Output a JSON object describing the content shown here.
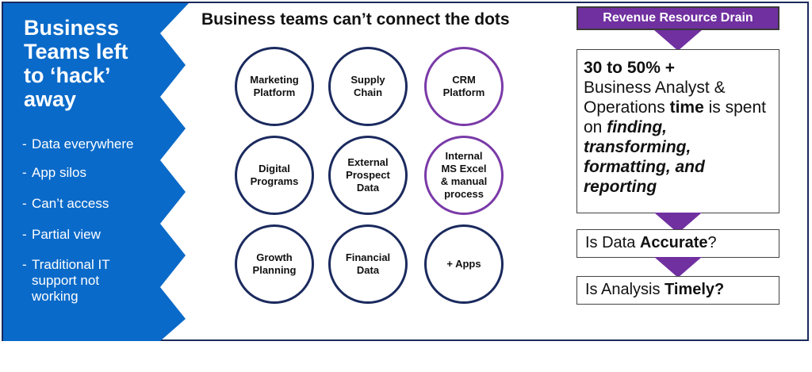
{
  "left_panel": {
    "title_lines": [
      "Business",
      "Teams left",
      "to ‘hack’",
      "away"
    ],
    "items": [
      "Data everywhere",
      "App silos",
      "Can’t access",
      "Partial view",
      "Traditional IT support not working"
    ],
    "bullet": "-",
    "color": "#0a6ac9"
  },
  "middle": {
    "title": "Business teams can’t connect the dots",
    "circles": [
      "Marketing\nPlatform",
      "Supply\nChain",
      "CRM\nPlatform",
      "Digital\nPrograms",
      "External\nProspect\nData",
      "Internal\nMS Excel\n& manual\nprocess",
      "Growth\nPlanning",
      "Financial\nData",
      "+ Apps"
    ],
    "circle_colors": {
      "navy": "#1b2a5e",
      "purple": "#7a3aa8"
    }
  },
  "right": {
    "banner": "Revenue Resource Drain",
    "banner_color": "#7030a0",
    "main_bold": "30 to 50% +",
    "main_plain_1": "Business Analyst & Operations",
    "main_bold_2": "time",
    "main_plain_2": "is spent on",
    "main_italic": "finding, transforming, formatting, and reporting",
    "q1_plain": "Is Data",
    "q1_bold": "Accurate",
    "q1_end": "?",
    "q2_plain": "Is Analysis",
    "q2_bold": "Timely?"
  }
}
